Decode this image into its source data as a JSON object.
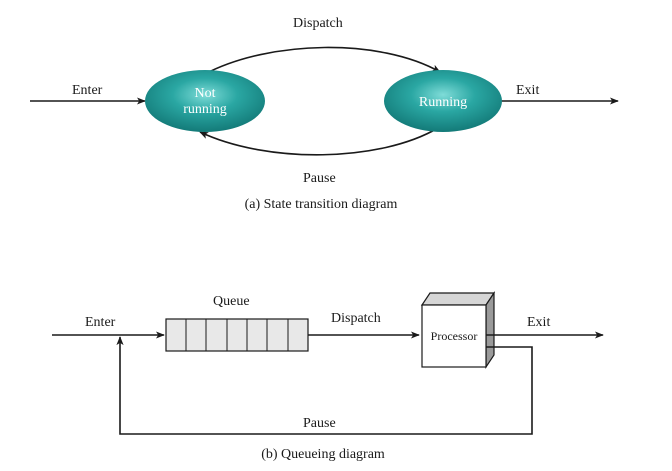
{
  "state_diagram": {
    "caption": "(a) State transition diagram",
    "nodes": {
      "not_running_line1": "Not",
      "not_running_line2": "running",
      "running": "Running"
    },
    "edges": {
      "enter": "Enter",
      "dispatch": "Dispatch",
      "pause": "Pause",
      "exit": "Exit"
    }
  },
  "queueing_diagram": {
    "caption": "(b) Queueing diagram",
    "queue_label": "Queue",
    "processor_label": "Processor",
    "edges": {
      "enter": "Enter",
      "dispatch": "Dispatch",
      "pause": "Pause",
      "exit": "Exit"
    }
  },
  "colors": {
    "node_fill": "#1a8e8c",
    "node_highlight": "#6fd3cf",
    "line": "#1a1a1a",
    "queue_fill": "#e8e8e8",
    "processor_side": "#9a9a9a"
  }
}
